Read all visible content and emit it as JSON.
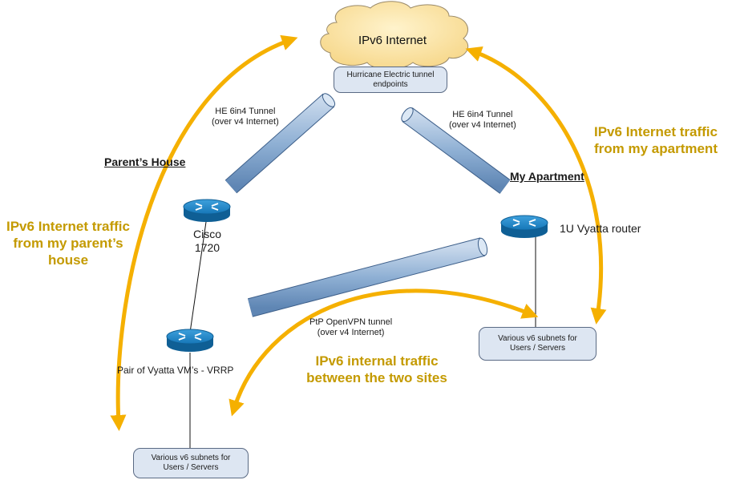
{
  "internet": {
    "label": "IPv6 Internet",
    "endpoints": "Hurricane Electric tunnel endpoints"
  },
  "sites": {
    "parents": "Parent’s House",
    "apartment": "My Apartment"
  },
  "tunnels": {
    "he_left": [
      "HE 6in4 Tunnel",
      "(over v4 Internet)"
    ],
    "he_right": [
      "HE 6in4 Tunnel",
      "(over v4 Internet)"
    ],
    "ptp": [
      "PtP OpenVPN tunnel",
      "(over v4 Internet)"
    ]
  },
  "routers": {
    "cisco": [
      "Cisco",
      "1720"
    ],
    "vyatta_pair": "Pair of Vyatta VM’s - VRRP",
    "vyatta_1u": "1U Vyatta router"
  },
  "subnets": {
    "left": [
      "Various v6 subnets for",
      "Users / Servers"
    ],
    "right": [
      "Various v6 subnets for",
      "Users / Servers"
    ]
  },
  "traffic": {
    "parents": "IPv6 Internet traffic from my parent’s house",
    "apartment": "IPv6 Internet traffic from my apartment",
    "internal": "IPv6 internal traffic between the two sites"
  },
  "colors": {
    "arrow": "#f5b000",
    "traffic_text": "#c49a00",
    "tube": "#9fb8d6",
    "router": "#1a78b8",
    "cloud": "#fbe3a6"
  }
}
